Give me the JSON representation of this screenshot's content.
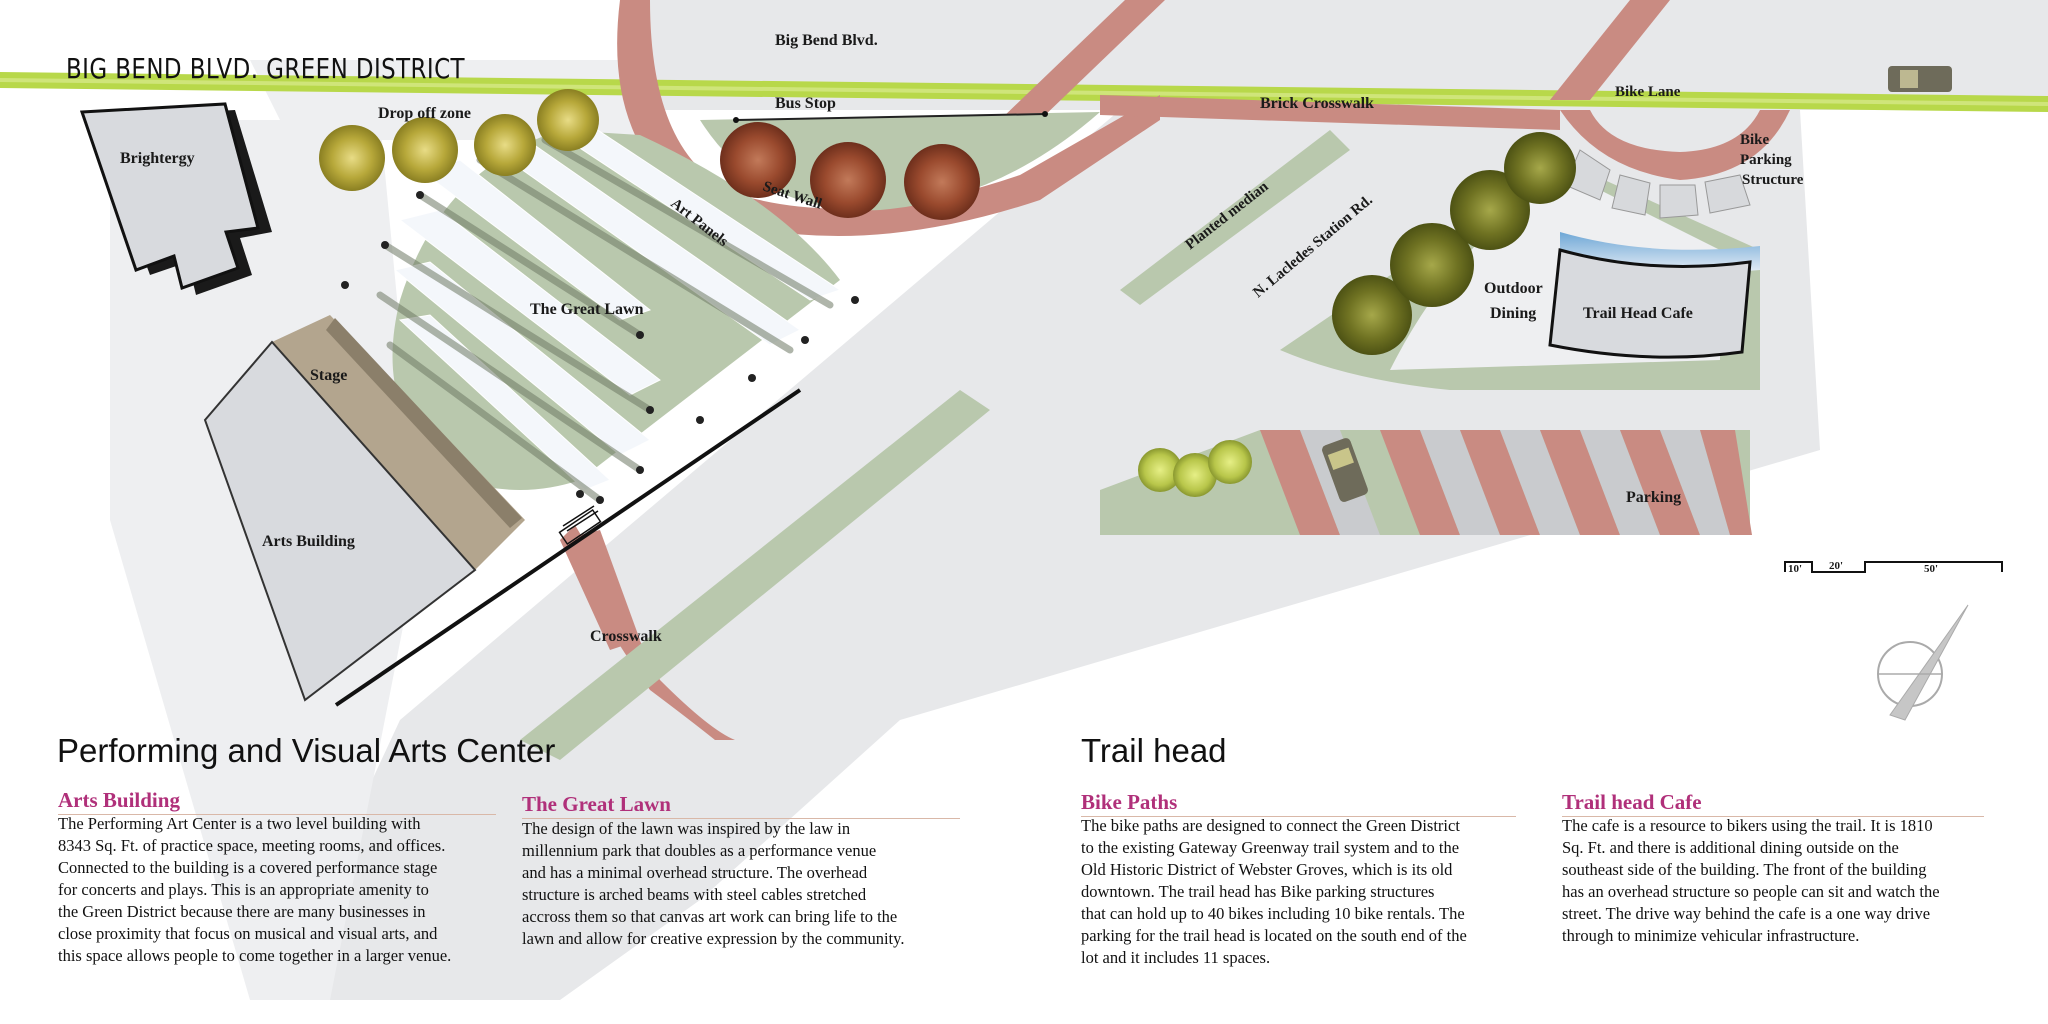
{
  "title": "BIG BEND BLVD. GREEN DISTRICT",
  "map_labels": {
    "big_bend_blvd": "Big Bend Blvd.",
    "bus_stop": "Bus Stop",
    "drop_off_zone": "Drop off zone",
    "brightergy": "Brightergy",
    "seat_wall": "Seat Wall",
    "art_panels": "Art Panels",
    "great_lawn": "The Great Lawn",
    "stage": "Stage",
    "arts_building": "Arts Building",
    "crosswalk": "Crosswalk",
    "brick_crosswalk": "Brick Crosswalk",
    "bike_lane": "Bike Lane",
    "bike_parking_1": "Bike",
    "bike_parking_2": "Parking",
    "bike_parking_3": "Structure",
    "planted_median": "Planted median",
    "laclede_station": "N. Lacledes Station Rd.",
    "outdoor_1": "Outdoor",
    "outdoor_2": "Dining",
    "trail_head_cafe": "Trail Head Cafe",
    "parking": "Parking"
  },
  "scale_bar": {
    "s1": "10'",
    "s2": "20'",
    "s3": "50'"
  },
  "colors": {
    "road": "#e7e8ea",
    "brick": "#c98b82",
    "lawn": "#b9c8ad",
    "bike_lane": "#b8d84a",
    "building": "#d8dade",
    "stage": "#b3a58e",
    "accent": "#b0307a"
  },
  "left_section": {
    "title": "Performing and Visual Arts Center",
    "arts_building": {
      "heading": "Arts Building",
      "lines": [
        "The Performing Art Center is a two level building with",
        "8343 Sq. Ft. of practice space, meeting rooms, and offices.",
        "Connected to the building is a covered performance stage",
        "for concerts and plays.  This is an appropriate amenity to",
        "the Green District because there are many businesses in",
        "close proximity that focus on musical and visual arts, and",
        "this space allows people to come together in a larger venue."
      ]
    },
    "great_lawn": {
      "heading": "The Great Lawn",
      "lines": [
        "The design of the lawn was inspired by the law in",
        "millennium park that doubles as a performance venue",
        "and has a minimal overhead structure.  The overhead",
        "structure is arched beams with steel cables stretched",
        "accross them so that canvas art work can bring life to the",
        "lawn and allow for creative expression by the community."
      ]
    }
  },
  "right_section": {
    "title": "Trail head",
    "bike_paths": {
      "heading": "Bike Paths",
      "lines": [
        "The bike paths are designed to connect the Green District",
        "to the existing Gateway Greenway trail system and to the",
        "Old Historic District of Webster Groves, which is its old",
        "downtown.   The trail head has Bike parking structures",
        "that can hold up to 40 bikes including 10 bike rentals.  The",
        "parking for the trail head is located on the south end of the",
        "lot and it includes 11 spaces."
      ]
    },
    "cafe": {
      "heading": "Trail head Cafe",
      "lines": [
        "The cafe is a resource to bikers using the trail.  It is 1810",
        "Sq. Ft. and there is additional dining outside on the",
        "southeast side of the building.  The front of the building",
        "has an overhead structure so people can sit and watch the",
        "street.  The drive way behind the cafe is a one way drive",
        "through to minimize vehicular infrastructure."
      ]
    }
  }
}
